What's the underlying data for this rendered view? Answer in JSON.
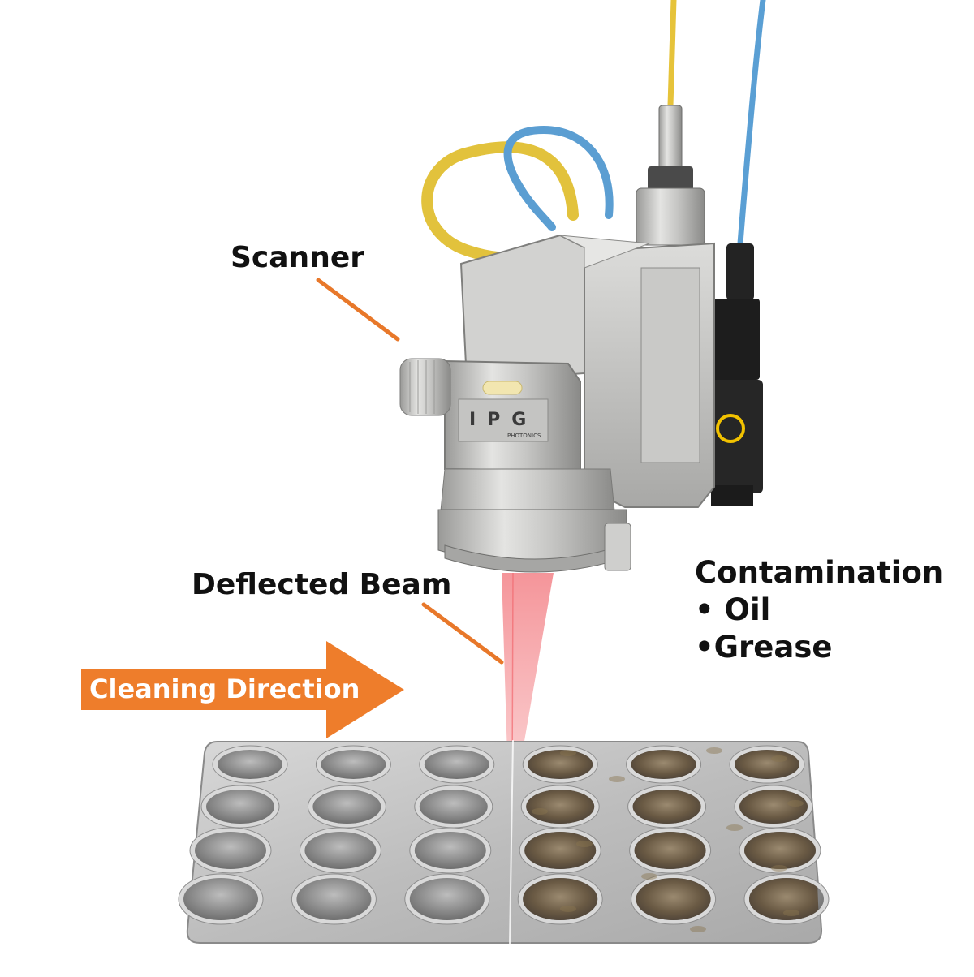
{
  "labels": {
    "scanner": "Scanner",
    "deflected_beam": "Deflected Beam",
    "cleaning_direction": "Cleaning Direction",
    "contamination_title": "Contamination",
    "contamination_items": [
      "• Oil",
      "•Grease"
    ]
  },
  "device_branding": {
    "logo": "IPG",
    "sub": "PHOTONICS"
  },
  "colors": {
    "callout_line": "#e8782a",
    "arrow": "#ee7d2b",
    "beam": "#f7a0a3",
    "cable_yellow": "#e8c63a",
    "cable_blue": "#5a9fd4"
  },
  "tray": {
    "rows": 4,
    "cols": 6
  }
}
